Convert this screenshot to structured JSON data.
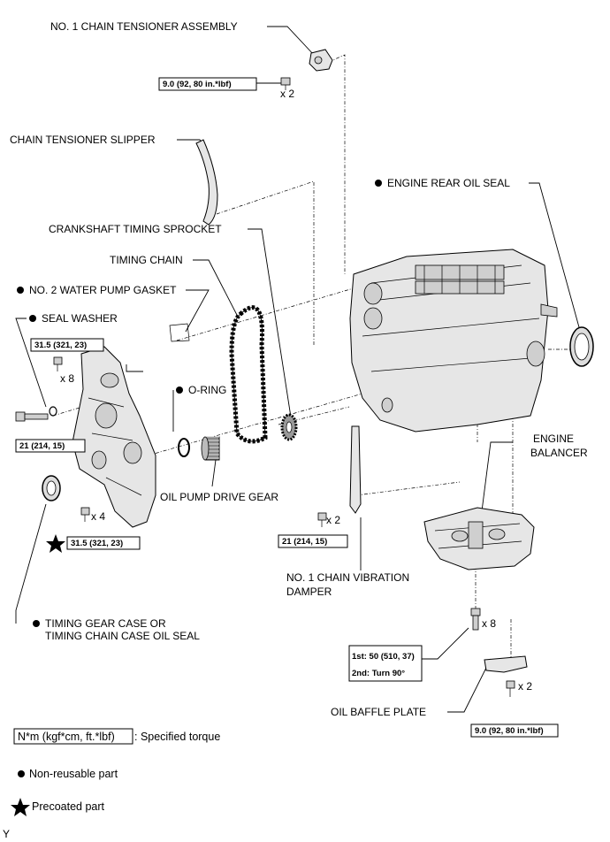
{
  "labels": {
    "chain_tensioner_assembly": "NO. 1 CHAIN TENSIONER ASSEMBLY",
    "chain_tensioner_slipper": "CHAIN TENSIONER SLIPPER",
    "engine_rear_oil_seal": "ENGINE REAR OIL SEAL",
    "crankshaft_timing_sprocket": "CRANKSHAFT TIMING SPROCKET",
    "timing_chain": "TIMING CHAIN",
    "water_pump_gasket": "NO. 2 WATER PUMP GASKET",
    "seal_washer": "SEAL WASHER",
    "o_ring": "O-RING",
    "engine_balancer_line1": "ENGINE",
    "engine_balancer_line2": "BALANCER",
    "oil_pump_drive_gear": "OIL PUMP DRIVE GEAR",
    "chain_vibration_damper_line1": "NO. 1 CHAIN VIBRATION",
    "chain_vibration_damper_line2": "DAMPER",
    "timing_case_oil_seal_line1": "TIMING GEAR CASE OR",
    "timing_case_oil_seal_line2": "TIMING CHAIN CASE OIL SEAL",
    "oil_baffle_plate": "OIL BAFFLE PLATE"
  },
  "torques": {
    "tensioner_bolt": "9.0 (92, 80 in.*lbf)",
    "case_bolt_upper": "31.5 (321, 23)",
    "case_bolt_left": "21 (214, 15)",
    "case_bolt_lower": "31.5 (321, 23)",
    "damper_bolt": "21 (214, 15)",
    "balancer_step1": "1st: 50 (510, 37)",
    "balancer_step2": "2nd: Turn 90°",
    "baffle_bolt": "9.0 (92, 80 in.*lbf)"
  },
  "quantities": {
    "tensioner_bolt": "x 2",
    "case_bolt_upper": "x 8",
    "case_bolt_lower": "x 4",
    "damper_bolt": "x 2",
    "balancer_bolt": "x 8",
    "baffle_bolt": "x 2"
  },
  "legend": {
    "torque_box": "N*m (kgf*cm, ft.*lbf)",
    "torque_text": ": Specified torque",
    "non_reusable": "Non-reusable part",
    "precoated": "Precoated part"
  },
  "corner_mark": "Y"
}
